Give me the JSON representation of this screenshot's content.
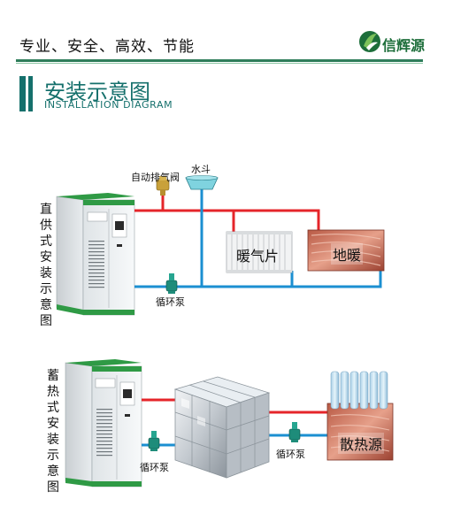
{
  "header": {
    "tagline": "专业、安全、高效、节能",
    "brand": "信辉源"
  },
  "section": {
    "title_cn": "安装示意图",
    "title_en": "INSTALLATION DIAGRAM"
  },
  "diagram1": {
    "label": "直供式安装示意图",
    "vent_valve": "自动排气阀",
    "water_tank": "水斗",
    "radiator": "暖气片",
    "floor_heating": "地暖",
    "pump": "循环泵"
  },
  "diagram2": {
    "label": "蓄热式安装示意图",
    "pump_left": "循环泵",
    "pump_right": "循环泵",
    "heat_sink": "散热源"
  },
  "colors": {
    "hot_pipe": "#e5252a",
    "cold_pipe": "#1b8fd1",
    "boiler_green": "#2f9a45",
    "title_teal": "#15706c"
  }
}
